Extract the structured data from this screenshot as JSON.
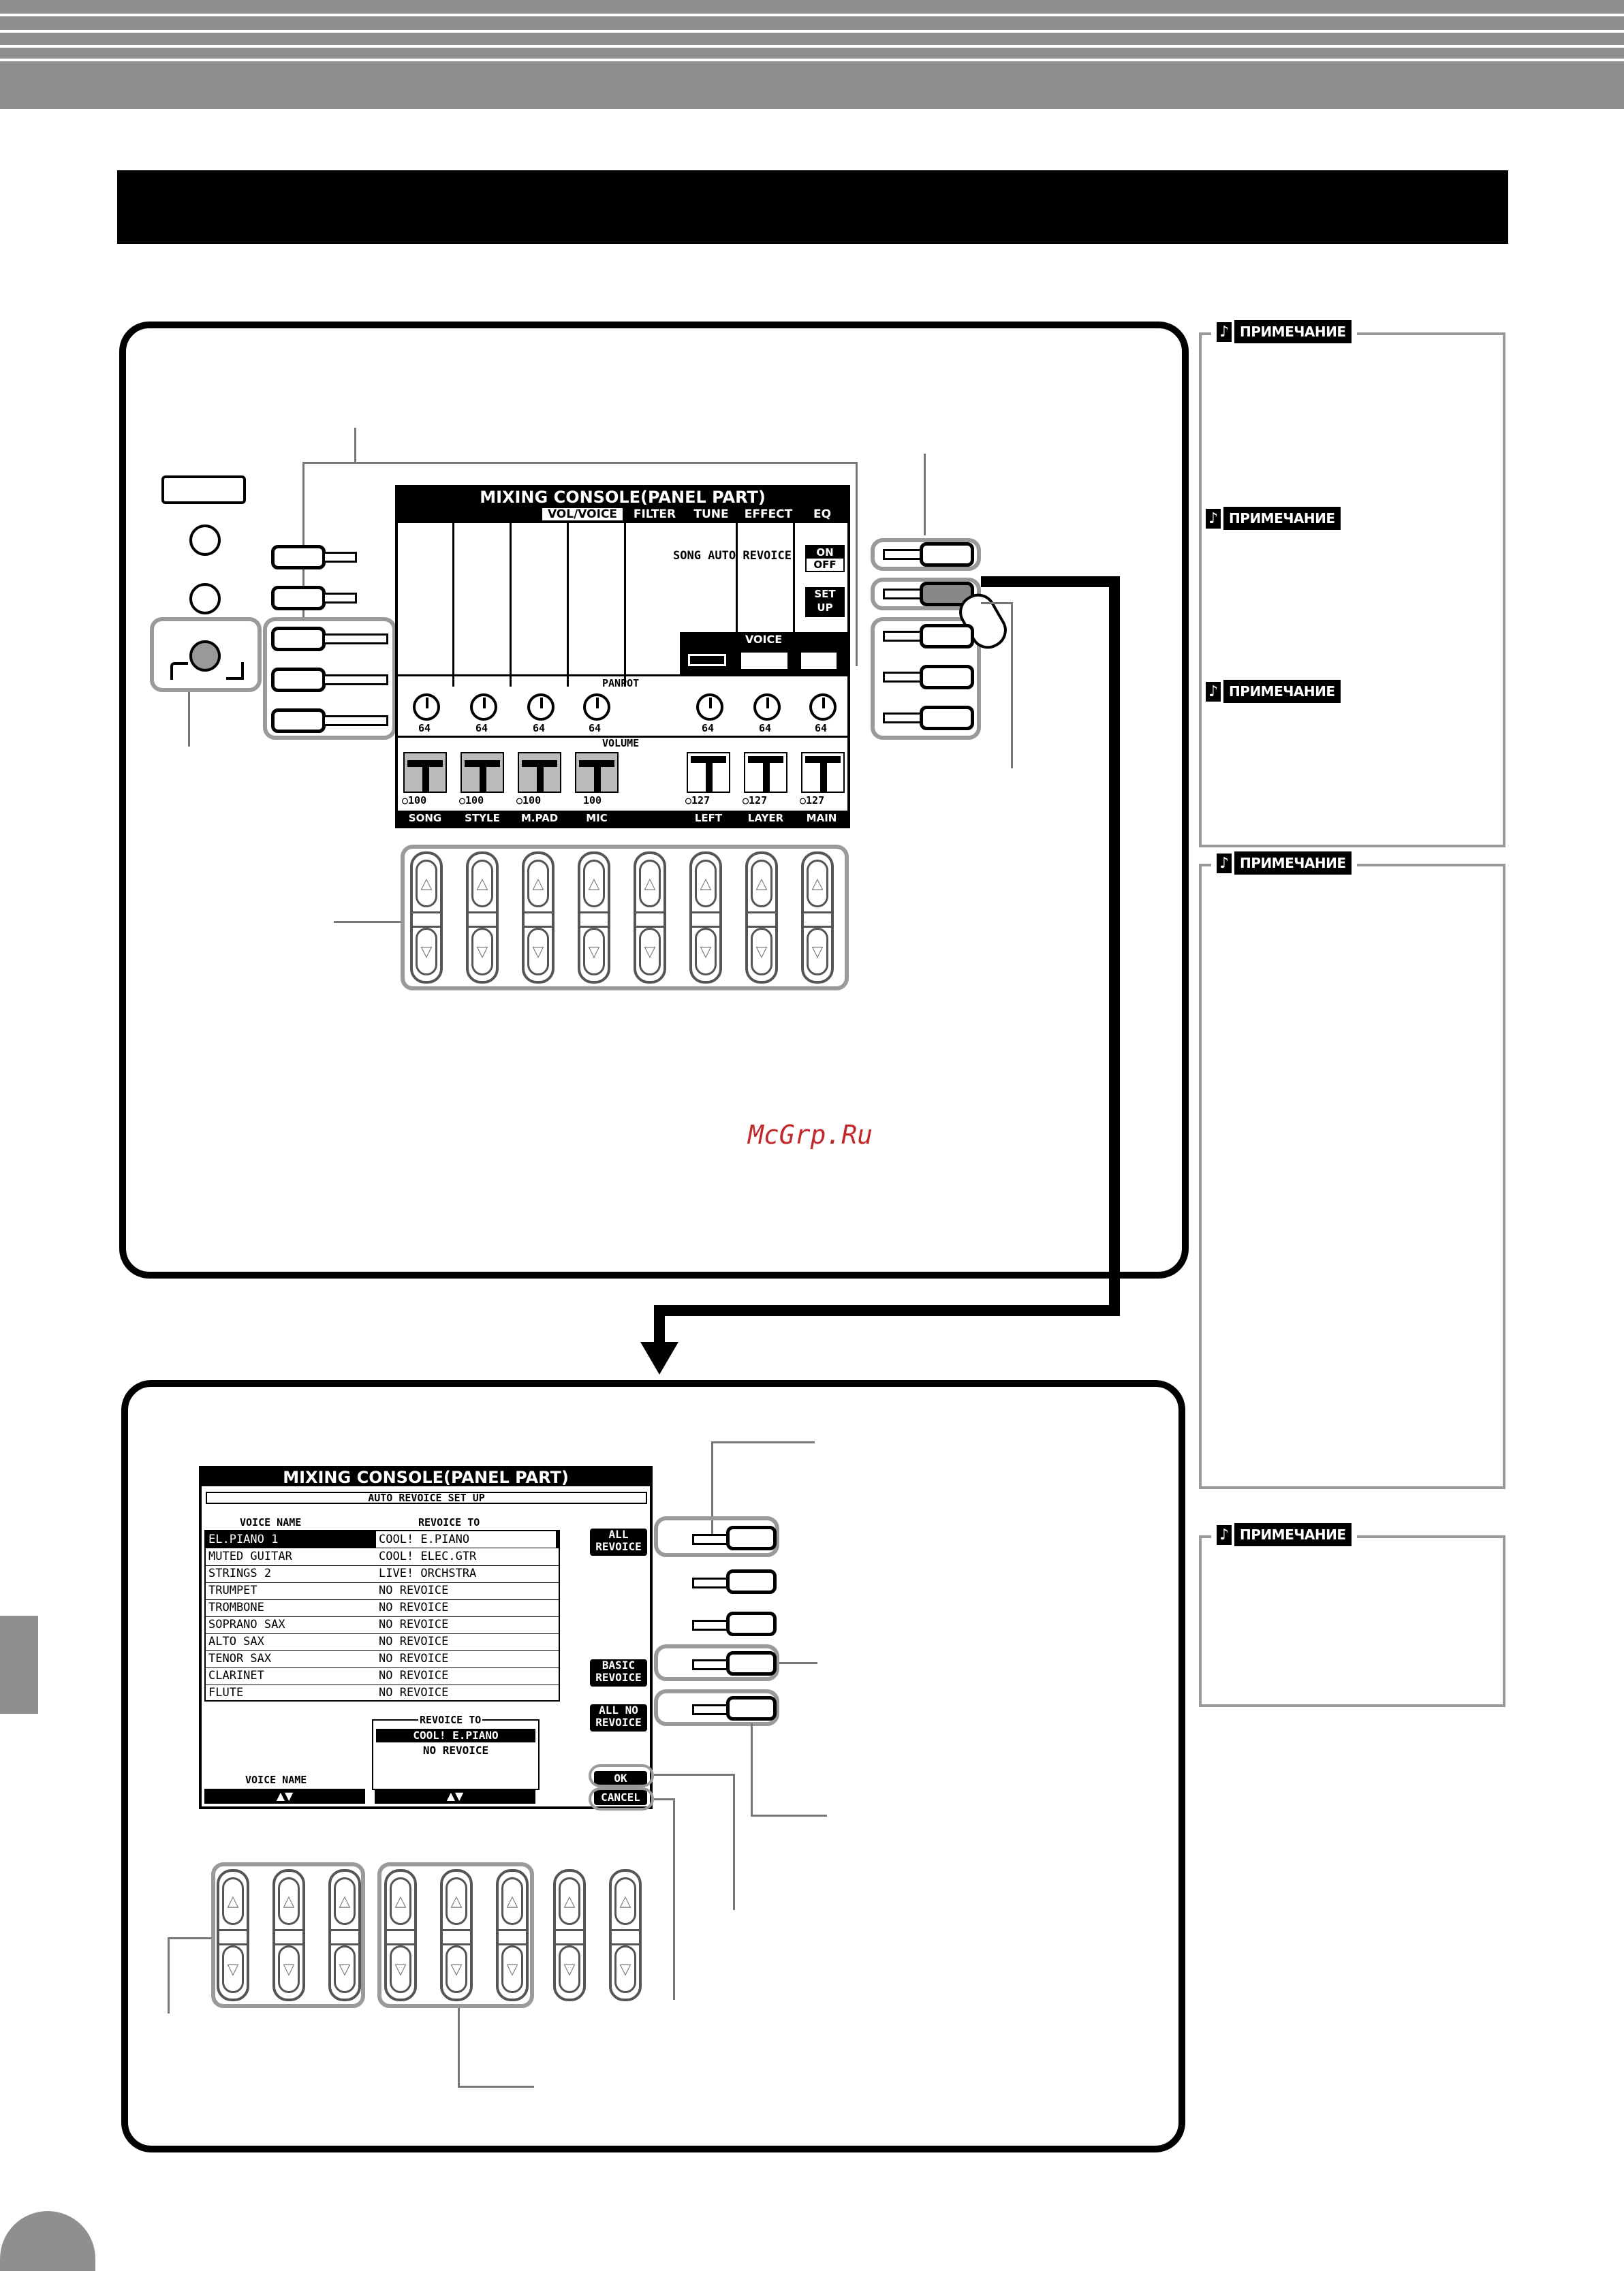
{
  "note_label": "ПРИМЕЧАНИЕ",
  "watermark": "McGrp.Ru",
  "screen1": {
    "title": "MIXING CONSOLE(PANEL PART)",
    "tabs": [
      "VOL/VOICE",
      "FILTER",
      "TUNE",
      "EFFECT",
      "EQ"
    ],
    "song_auto_revoice": "SONG AUTO REVOICE",
    "on": "ON",
    "off": "OFF",
    "set": "SET",
    "up": "UP",
    "voice": "VOICE",
    "panpot": "PANPOT",
    "volume": "VOLUME",
    "pan_values": [
      "64",
      "64",
      "64",
      "64",
      "64",
      "64",
      "64"
    ],
    "volume_values": [
      "100",
      "100",
      "100",
      "100",
      "127",
      "127",
      "127"
    ],
    "parts": [
      "SONG",
      "STYLE",
      "M.PAD",
      "MIC",
      "LEFT",
      "LAYER",
      "MAIN"
    ]
  },
  "screen2": {
    "title": "MIXING CONSOLE(PANEL PART)",
    "subtitle": "AUTO REVOICE SET UP",
    "col_voice_name": "VOICE NAME",
    "col_revoice_to": "REVOICE TO",
    "rows": [
      {
        "voice": "EL.PIANO 1",
        "revoice": "COOL! E.PIANO"
      },
      {
        "voice": "MUTED GUITAR",
        "revoice": "COOL! ELEC.GTR"
      },
      {
        "voice": "STRINGS 2",
        "revoice": "LIVE! ORCHSTRA"
      },
      {
        "voice": "TRUMPET",
        "revoice": "NO REVOICE"
      },
      {
        "voice": "TROMBONE",
        "revoice": "NO REVOICE"
      },
      {
        "voice": "SOPRANO SAX",
        "revoice": "NO REVOICE"
      },
      {
        "voice": "ALTO SAX",
        "revoice": "NO REVOICE"
      },
      {
        "voice": "TENOR SAX",
        "revoice": "NO REVOICE"
      },
      {
        "voice": "CLARINET",
        "revoice": "NO REVOICE"
      },
      {
        "voice": "FLUTE",
        "revoice": "NO REVOICE"
      }
    ],
    "revoice_to_box_title": "REVOICE TO",
    "revoice_options": [
      "COOL! E.PIANO",
      "NO REVOICE"
    ],
    "voice_name_footer": "VOICE NAME",
    "arrows": "▲▼",
    "all_revoice": [
      "ALL",
      "REVOICE"
    ],
    "basic_revoice": [
      "BASIC",
      "REVOICE"
    ],
    "all_no_revoice": [
      "ALL NO",
      "REVOICE"
    ],
    "ok": "OK",
    "cancel": "CANCEL"
  }
}
